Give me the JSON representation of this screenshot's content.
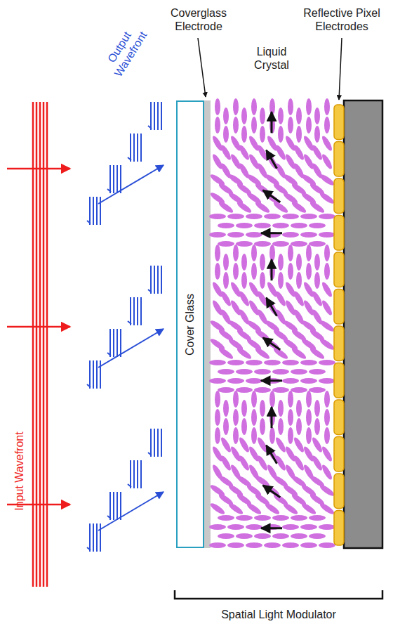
{
  "diagram": {
    "nodes": [
      {
        "text": [
          "Cover Glass"
        ]
      }
    ],
    "edges": [],
    "labels": [
      "Coverglass Electrode",
      "Reflective Pixel Electrodes",
      "Liquid Crystal",
      "Output Wavefront",
      "Input Wavefront",
      "Spatial Light Modulator"
    ]
  }
}
